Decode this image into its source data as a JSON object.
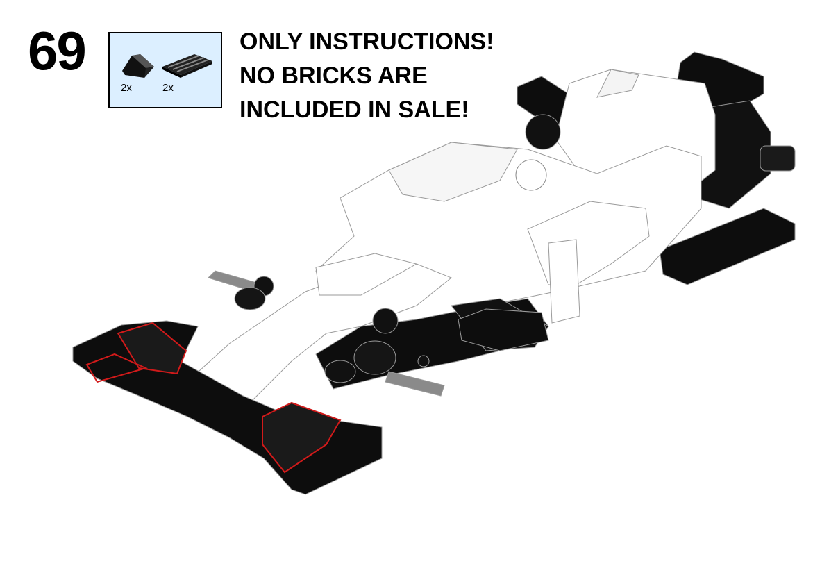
{
  "step": {
    "number": "69"
  },
  "parts": [
    {
      "icon": "slope-brick-icon",
      "qty": "2x"
    },
    {
      "icon": "grille-tile-icon",
      "qty": "2x"
    }
  ],
  "notice": {
    "line1": "ONLY INSTRUCTIONS!",
    "line2": "NO BRICKS ARE",
    "line3": "INCLUDED IN SALE!"
  },
  "colors": {
    "parts_bg": "#dcefff",
    "brick_black": "#0d0d0d",
    "brick_white": "#ffffff",
    "highlight_red": "#d11a1a",
    "axle_grey": "#8a8a8a"
  }
}
